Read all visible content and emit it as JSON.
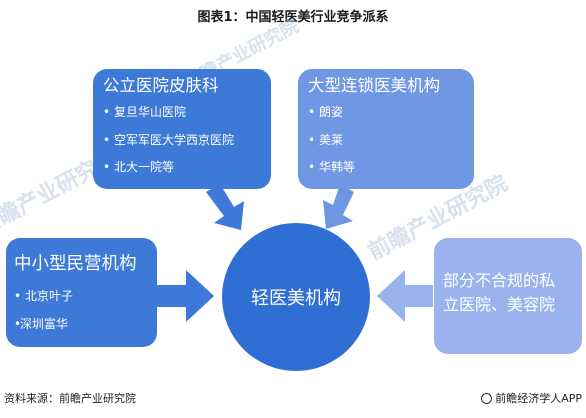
{
  "title": "图表1：中国轻医美行业竞争派系",
  "center": {
    "label": "轻医美机构"
  },
  "groups": {
    "public": {
      "heading": "公立医院皮肤科",
      "items": [
        "复旦华山医院",
        "空军军医大学西京医院",
        "北大一院等"
      ]
    },
    "chain": {
      "heading": "大型连锁医美机构",
      "items": [
        "朗姿",
        "美莱",
        "华韩等"
      ]
    },
    "private": {
      "heading": "中小型民营机构",
      "items": [
        "北京叶子",
        "深圳富华"
      ]
    },
    "illegal": {
      "line1": "部分不合规的私",
      "line2": "立医院、美容院"
    }
  },
  "footer": {
    "source": "资料来源：前瞻产业研究院",
    "brand": "前瞻经济学人APP"
  },
  "watermark": {
    "text": "前瞻产业研究院"
  },
  "colors": {
    "public_box": "#3d79d6",
    "chain_box": "#7097e3",
    "private_box": "#3d79d6",
    "illegal_box": "#9ab3ec",
    "center_circle": "#2f6fd4",
    "arrow": "#3f78d8"
  }
}
